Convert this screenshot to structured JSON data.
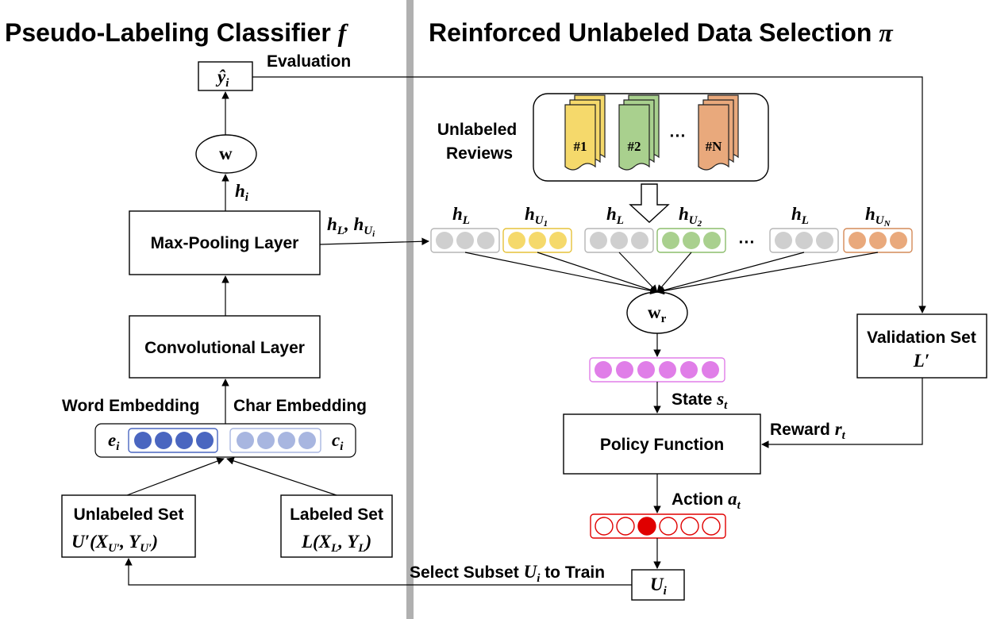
{
  "left_panel": {
    "title_text": "Pseudo-Labeling Classifier",
    "title_symbol": "f",
    "evaluation_label": "Evaluation",
    "y_hat": {
      "base": "ŷ",
      "sub": "i"
    },
    "w_node": "w",
    "h_i": {
      "base": "h",
      "sub": "i"
    },
    "max_pooling": "Max-Pooling Layer",
    "hl_hu": {
      "a": "h",
      "a_sub": "L",
      "sep": ", ",
      "b": "h",
      "b_sub": "U",
      "b_subsub": "i"
    },
    "conv_layer": "Convolutional Layer",
    "word_embedding": "Word Embedding",
    "char_embedding": "Char Embedding",
    "e_i": {
      "base": "e",
      "sub": "i"
    },
    "c_i": {
      "base": "c",
      "sub": "i"
    },
    "unlabeled_set": {
      "title": "Unlabeled Set",
      "formula": "U′(X",
      "f_sub1": "U′",
      "f_mid": ", Y",
      "f_sub2": "U′",
      "f_end": ")"
    },
    "labeled_set": {
      "title": "Labeled Set",
      "formula": "L(X",
      "f_sub1": "L",
      "f_mid": ", Y",
      "f_sub2": "L",
      "f_end": ")"
    }
  },
  "right_panel": {
    "title_text": "Reinforced Unlabeled Data Selection",
    "title_symbol": "π",
    "unlabeled_reviews": [
      "Unlabeled",
      "Reviews"
    ],
    "doc_labels": [
      "#1",
      "#2",
      "#N"
    ],
    "ellipsis": "···",
    "groups": [
      {
        "base": "h",
        "sub": "L"
      },
      {
        "base": "h",
        "sub": "U",
        "subsub": "1"
      },
      {
        "base": "h",
        "sub": "L"
      },
      {
        "base": "h",
        "sub": "U",
        "subsub": "2"
      },
      {
        "base": "h",
        "sub": "L"
      },
      {
        "base": "h",
        "sub": "U",
        "subsub": "N"
      }
    ],
    "w_r": {
      "base": "w",
      "sub": "r"
    },
    "state": {
      "text": "State ",
      "sym": "s",
      "sub": "t"
    },
    "policy_function": "Policy Function",
    "action": {
      "text": "Action ",
      "sym": "a",
      "sub": "t"
    },
    "reward": {
      "text": "Reward ",
      "sym": "r",
      "sub": "t"
    },
    "validation_set": {
      "title": "Validation Set",
      "sym": "L′"
    },
    "u_i": {
      "base": "U",
      "sub": "i"
    },
    "select_subset": {
      "pre": "Select Subset ",
      "sym": "U",
      "sub": "i",
      "post": " to Train"
    }
  },
  "colors": {
    "gray_fill": "#cfcfcf",
    "gray_stroke": "#b5b5b5",
    "yellow_fill": "#f5d96b",
    "yellow_stroke": "#e6c23a",
    "green_fill": "#a9d08e",
    "green_stroke": "#8cbd6c",
    "orange_fill": "#e9a97c",
    "orange_stroke": "#d48a58",
    "blue_dark": "#4a66c0",
    "blue_light": "#a8b6e0",
    "magenta": "#e07ee8",
    "red": "#e00000",
    "divider": "#b0b0b0"
  }
}
